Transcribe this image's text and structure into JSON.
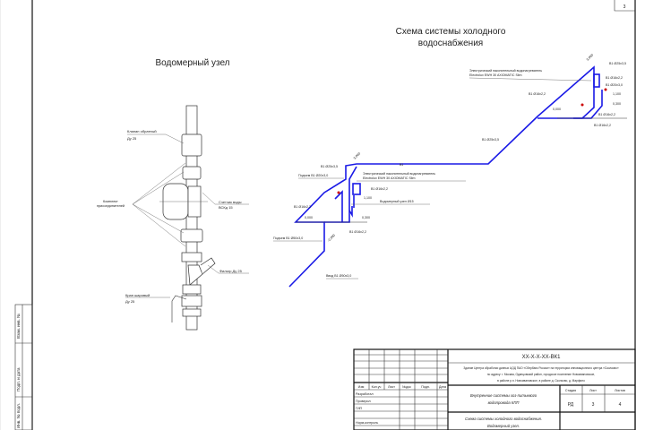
{
  "sheet_number": "3",
  "left_title": "Водомерный узел",
  "right_title": [
    "Схема системы холодного",
    "водоснабжения"
  ],
  "meter_labels": {
    "check_valve": [
      "Клапан обратный",
      "Дү 25"
    ],
    "fittings": [
      "Комплект",
      "присоединителей"
    ],
    "water_meter": [
      "Счетчик воды",
      "ВСКд 15"
    ],
    "filter": "Фильтр Дү 25",
    "ball_valve": [
      "Кран шаровый",
      "Дү 25"
    ]
  },
  "scheme_labels": {
    "heater1": [
      "Электрический накопительный водонагреватель",
      "Electrolux EWH 30 AXIOMATIC Slim"
    ],
    "heater2": [
      "Электрический накопительный водонагреватель",
      "Electrolux EWH 30 AXIOMATIC Slim"
    ],
    "riser1": "Подъем В1 Ø20х3,0",
    "riser2": "Подъем В1 Ø50х3,0",
    "inlet": "Ввод В1 Ø50х3,0",
    "meter_unit": "Водомерный узел Ø15",
    "b1": "В1",
    "b1_25_35a": "В1 Ø25х3,5",
    "b1_25_35b": "В1 Ø25х3,5",
    "b1_25_35c": "В1 Ø25х3,5",
    "b1_20_30": "В1 Ø20х3,0",
    "b1_16_22a": "В1 Ø16х2,2",
    "b1_16_22b": "В1 Ø16х2,2",
    "b1_16_22c": "В1 Ø16х2,2",
    "b1_16_22d": "В1 Ø16х2,2",
    "b1_16_22e": "В1 Ø16х2,2",
    "b1_16_22f": "В1 Ø16х2,2",
    "b1_16_22g": "В1 Ø16х2,2",
    "lvl_0000a": "0,000",
    "lvl_0000b": "0,000",
    "lvl_0300a": "0,300",
    "lvl_0300b": "0,300",
    "lvl_1100a": "1,100",
    "lvl_1100b": "1,100",
    "lvl_3000a": "3,000",
    "lvl_3000b": "3,000",
    "lvl_m2000": "-2,000"
  },
  "stamps": [
    "Взам. инв. №",
    "Подп. и дата",
    "Инв. № подл."
  ],
  "title_block": {
    "code": "XX-X-X-XX-ВК1",
    "address": [
      "Здание Центра обработки данных  ЦОД  ПАО «Сбербанк России» на территории инновационного центра «Сколково»",
      "по адресу: г. Москва, Одинцовский район, городское поселение Новоивановское,",
      "в районе р.п. Новоивановское, в районе д. Сколково, д. Марфино"
    ],
    "object": [
      "Внутренние системы хоз-питьевого",
      "водопровода КПП"
    ],
    "sheet_name": [
      "Схема системы холодного водоснабжения.",
      "Водомерный узел."
    ],
    "col_headers": [
      "Изм",
      "Кол.уч",
      "Лист",
      "№док",
      "Подп.",
      "Дата"
    ],
    "roles": [
      "Разработал",
      "Проверил",
      "ГИП",
      "",
      "Норм.контроль"
    ],
    "stage_header": "Стадия",
    "sheet_header": "Лист",
    "sheets_header": "Листов",
    "stage": "РД",
    "sheet": "3",
    "sheets": "4"
  }
}
